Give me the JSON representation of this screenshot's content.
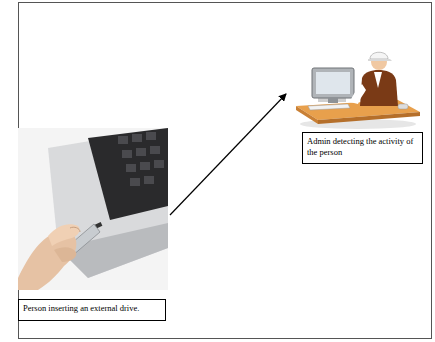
{
  "diagram": {
    "nodes": [
      {
        "text": [
          "Person inserting an external drive."
        ]
      },
      {
        "text": [
          "Admin detecting the activity of the person"
        ]
      }
    ],
    "edges": [
      {
        "from": 0,
        "to": 1,
        "arrow": "to"
      }
    ]
  }
}
